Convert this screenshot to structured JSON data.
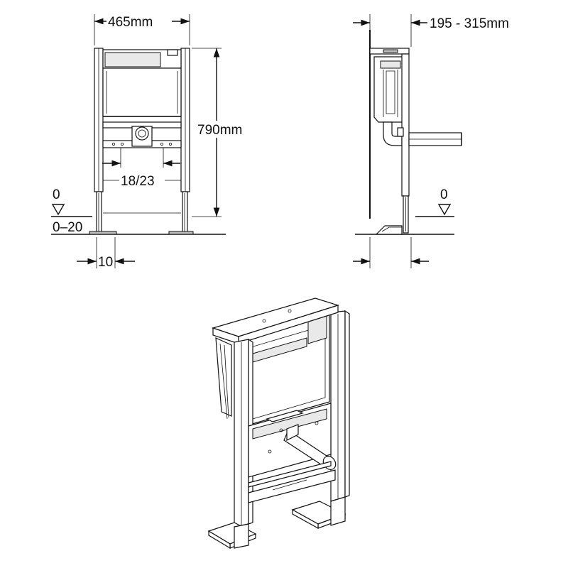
{
  "front_view": {
    "width_label": "465mm",
    "height_label": "790mm",
    "spacing_label": "18/23",
    "level_label": "0",
    "adjust_label": "0–20",
    "foot_label": "10"
  },
  "side_view": {
    "depth_label": "195 - 315mm",
    "level_label": "0"
  },
  "colors": {
    "line": "#111111",
    "background": "#ffffff",
    "fill": "#e9e9e9"
  }
}
